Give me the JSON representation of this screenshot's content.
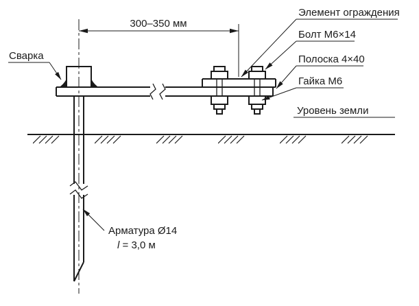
{
  "drawing": {
    "dimension": "300–350 мм",
    "labels": {
      "weld": "Сварка",
      "fence_element": "Элемент ограждения",
      "bolt": "Болт М6×14",
      "strip": "Полоска 4×40",
      "nut": "Гайка М6",
      "ground_level": "Уровень земли",
      "rebar": "Арматура Ø14",
      "rebar_length_var": "l",
      "rebar_length_rest": " = 3,0 м"
    },
    "colors": {
      "line": "#1a1a1a",
      "background": "#ffffff"
    }
  }
}
